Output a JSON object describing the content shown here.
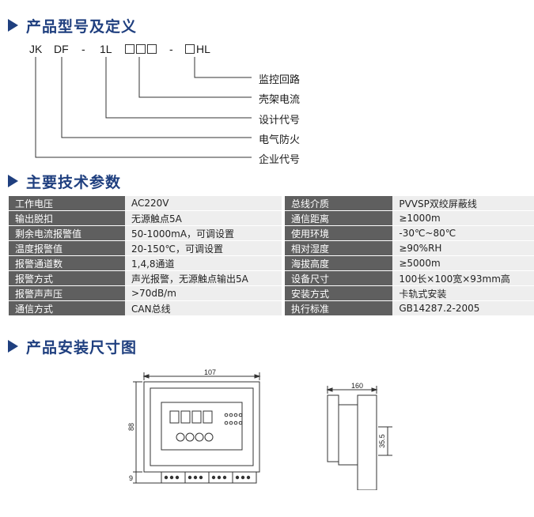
{
  "sections": {
    "model": "产品型号及定义",
    "params": "主要技术参数",
    "dims": "产品安装尺寸图"
  },
  "model_code": {
    "jk": "JK",
    "df": "DF",
    "dash1": "-",
    "one_l": "1L",
    "dash2": "-",
    "hl": "HL"
  },
  "legend": [
    "监控回路",
    "壳架电流",
    "设计代号",
    "电气防火",
    "企业代号"
  ],
  "specs_left": [
    {
      "k": "工作电压",
      "v": "AC220V"
    },
    {
      "k": "输出脱扣",
      "v": "无源触点5A"
    },
    {
      "k": "剩余电流报警值",
      "v": "50-1000mA，可调设置"
    },
    {
      "k": "温度报警值",
      "v": "20-150℃，可调设置"
    },
    {
      "k": "报警通道数",
      "v": "1,4,8通道"
    },
    {
      "k": "报警方式",
      "v": "声光报警，无源触点输出5A"
    },
    {
      "k": "报警声声压",
      "v": ">70dB/m"
    },
    {
      "k": "通信方式",
      "v": "CAN总线"
    }
  ],
  "specs_right": [
    {
      "k": "总线介质",
      "v": "PVVSP双绞屏蔽线"
    },
    {
      "k": "通信距离",
      "v": "≥1000m"
    },
    {
      "k": "使用环境",
      "v": "-30℃~80℃"
    },
    {
      "k": "相对湿度",
      "v": "≥90%RH"
    },
    {
      "k": "海拔高度",
      "v": "≥5000m"
    },
    {
      "k": "设备尺寸",
      "v": "100长×100宽×93mm高"
    },
    {
      "k": "安装方式",
      "v": "卡轨式安装"
    },
    {
      "k": "执行标准",
      "v": "GB14287.2-2005"
    }
  ],
  "dimensions": {
    "front_width": "107",
    "front_height": "88",
    "terminal_height": "9",
    "side_width": "160",
    "rail": "35.5"
  }
}
